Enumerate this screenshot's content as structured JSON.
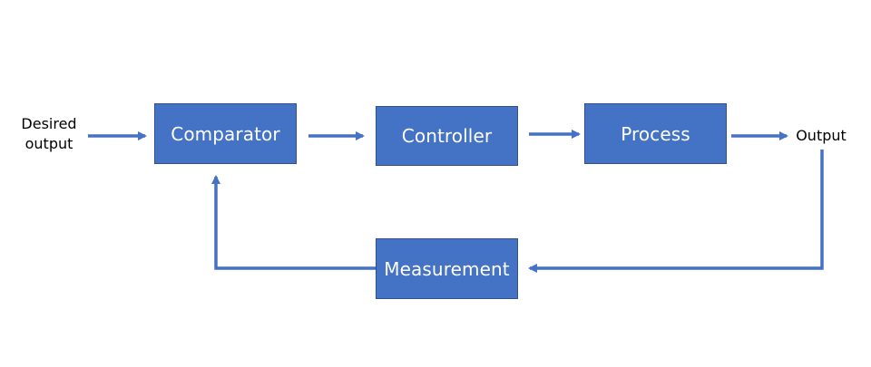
{
  "diagram": {
    "input_label_line1": "Desired",
    "input_label_line2": "output",
    "output_label": "Output",
    "blocks": {
      "comparator": "Comparator",
      "controller": "Controller",
      "process": "Process",
      "measurement": "Measurement"
    }
  },
  "colors": {
    "block_fill": "#4472c4",
    "block_border": "#2f528f",
    "arrow": "#4472c4"
  }
}
